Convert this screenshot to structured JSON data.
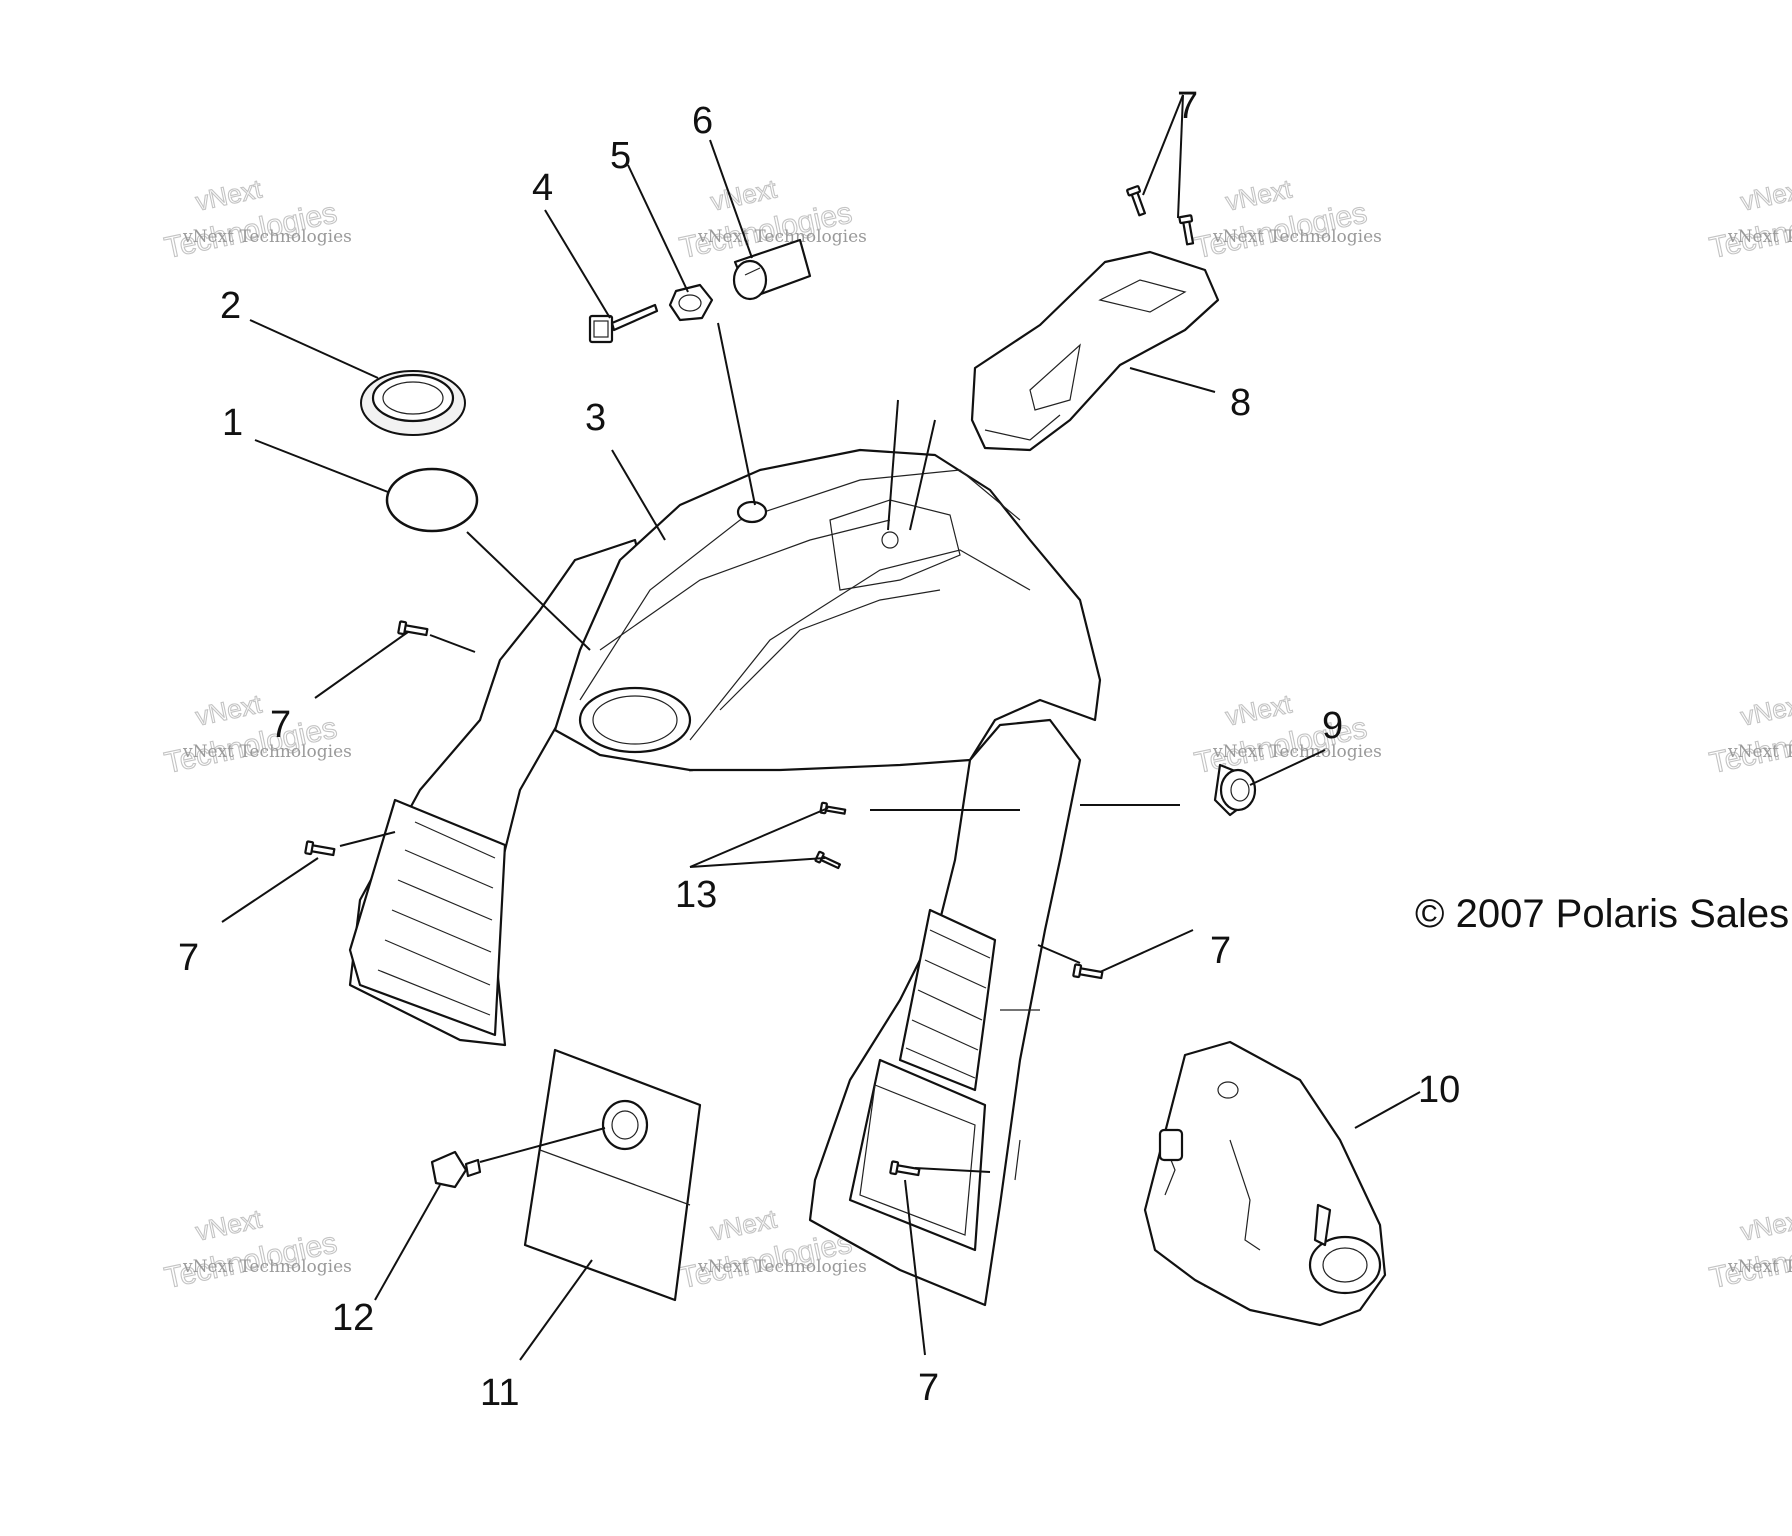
{
  "callouts": {
    "c1": "1",
    "c2": "2",
    "c3": "3",
    "c4": "4",
    "c5": "5",
    "c6": "6",
    "c7": "7",
    "c8": "8",
    "c9": "9",
    "c10": "10",
    "c11": "11",
    "c12": "12",
    "c13": "13"
  },
  "copyright": "© 2007 Polaris Sales",
  "watermark": {
    "line1": "vNext Technologies",
    "line2": "Technologies",
    "line3": "vNext"
  }
}
